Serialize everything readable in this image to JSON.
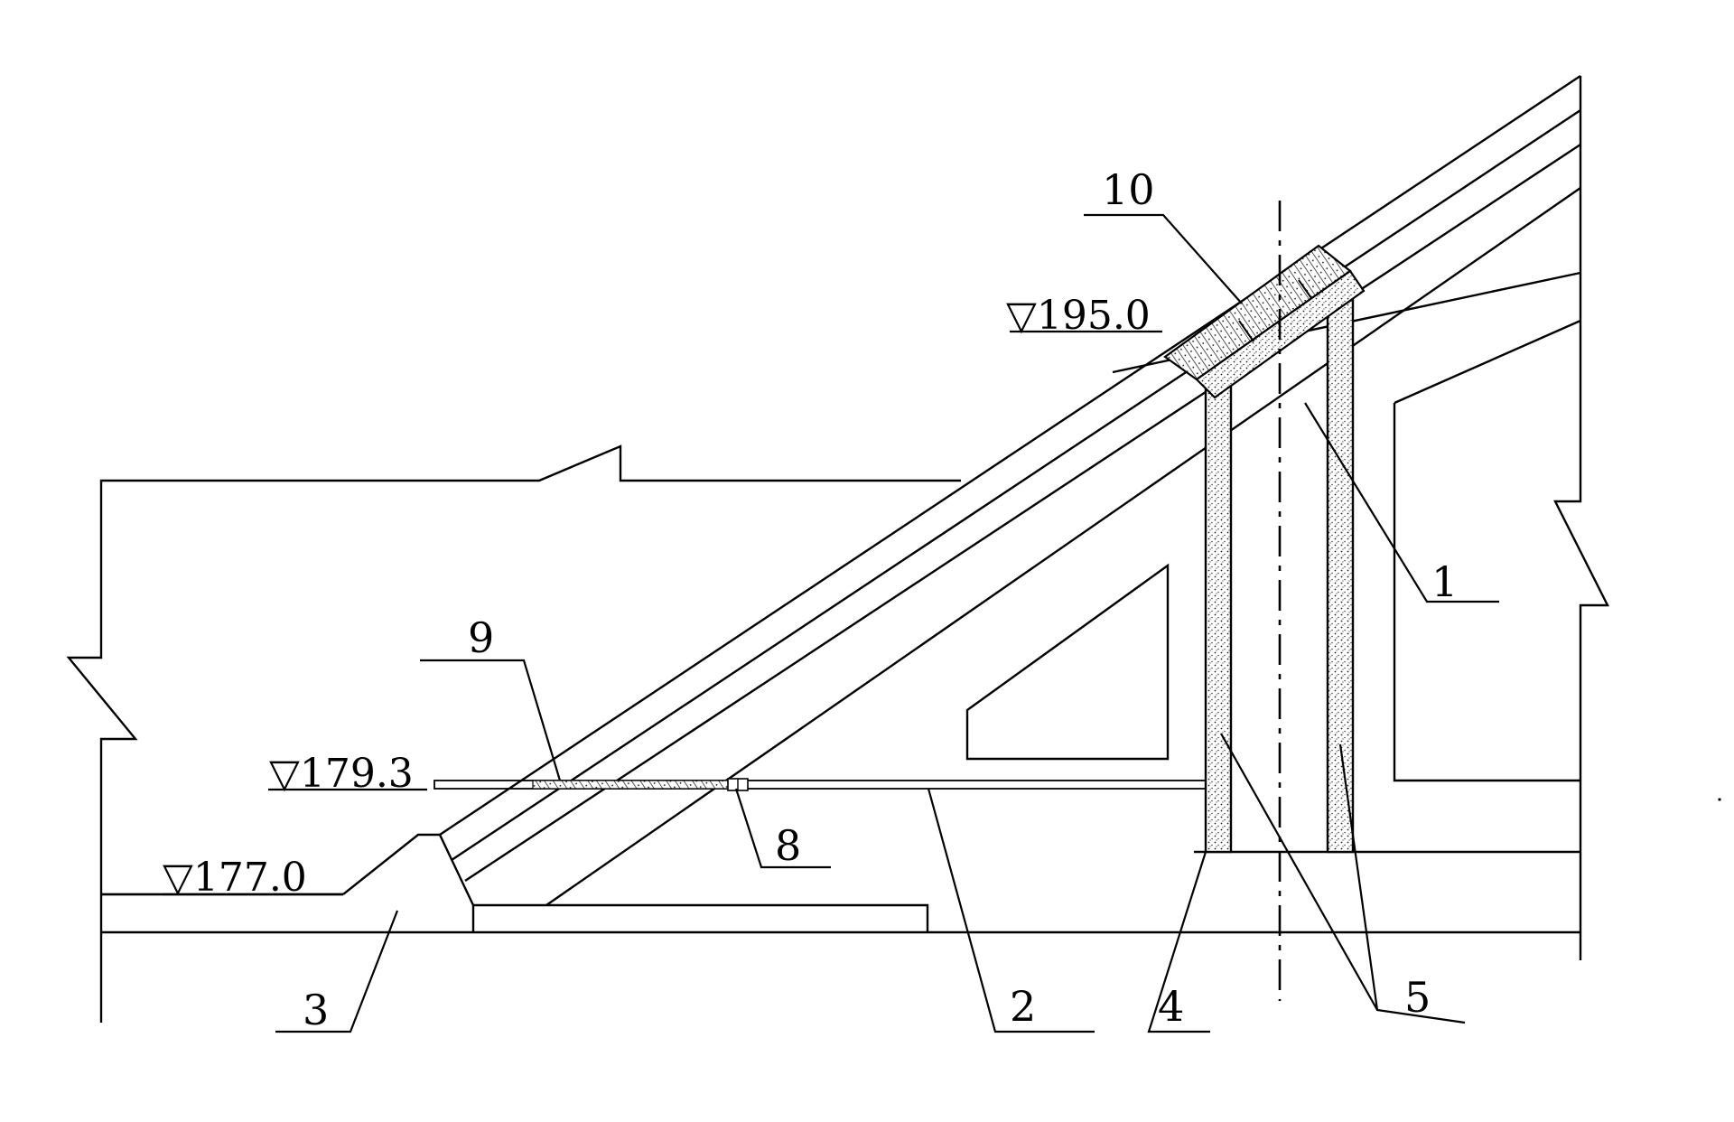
{
  "drawing": {
    "elevations": {
      "top": "▽195.0",
      "middle": "▽179.3",
      "bottom": "▽177.0"
    },
    "labels": {
      "l1": "1",
      "l2": "2",
      "l3": "3",
      "l4": "4",
      "l5": "5",
      "l8": "8",
      "l9": "9",
      "l10": "10"
    }
  }
}
